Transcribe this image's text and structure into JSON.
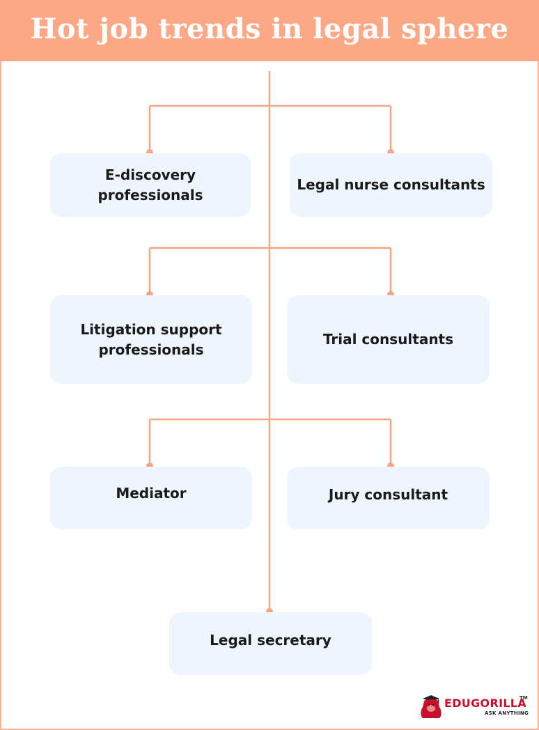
{
  "title": "Hot job trends in legal sphere",
  "nodes": [
    {
      "id": "e-discovery",
      "label": "E-discovery professionals"
    },
    {
      "id": "legal-nurse",
      "label": "Legal nurse consultants"
    },
    {
      "id": "litigation-support",
      "label": "Litigation support professionals",
      "lines": [
        "Litigation support",
        "professionals"
      ]
    },
    {
      "id": "trial-consultants",
      "label": "Trial consultants"
    },
    {
      "id": "mediator",
      "label": "Mediator"
    },
    {
      "id": "jury-consultant",
      "label": "Jury consultant"
    },
    {
      "id": "legal-secretary",
      "label": "Legal secretary"
    }
  ],
  "logo": {
    "name_part1": "EDU",
    "name_part2": "GORILLA",
    "trademark": "TM",
    "tagline": "ASK ANYTHING"
  },
  "colors": {
    "accent": "#fca886",
    "connector": "#f4a585",
    "box": "#eef5fd",
    "logo_red": "#c8102e"
  }
}
